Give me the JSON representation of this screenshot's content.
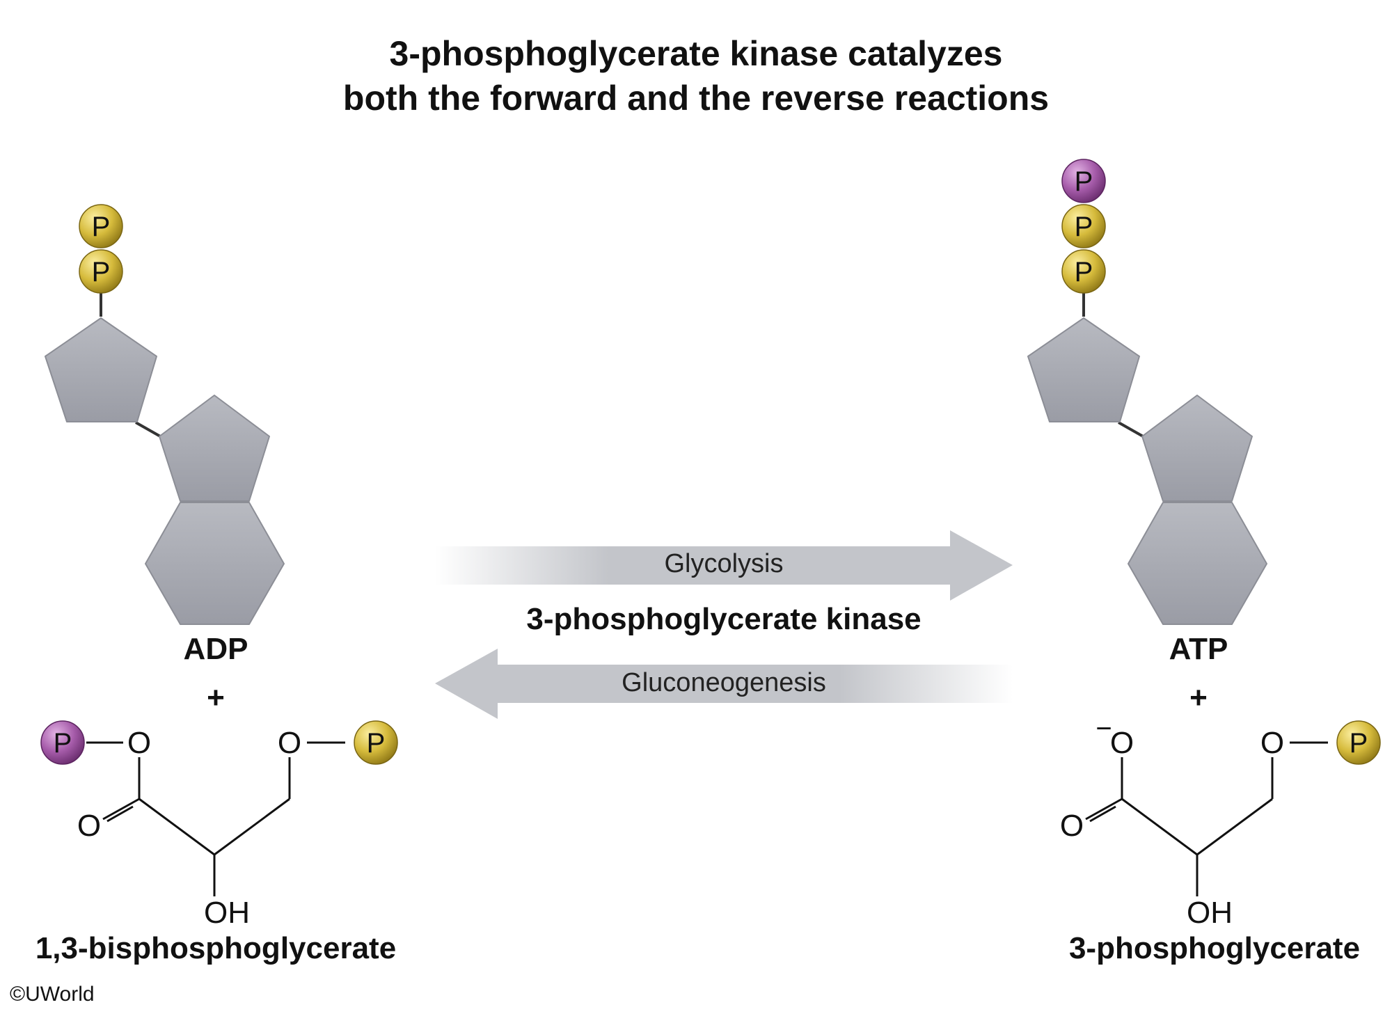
{
  "title": {
    "line1": "3-phosphoglycerate kinase catalyzes",
    "line2": "both the forward and the reverse reactions"
  },
  "left": {
    "nucleotide": "ADP",
    "plus": "+",
    "substrate": "1,3-bisphosphoglycerate",
    "phosphates": [
      "P",
      "P"
    ],
    "molecule": {
      "p_left": "P",
      "o_ester_left": "O",
      "o_ester_right": "O",
      "p_right": "P",
      "o_double": "O",
      "oh": "OH"
    }
  },
  "right": {
    "nucleotide": "ATP",
    "plus": "+",
    "substrate": "3-phosphoglycerate",
    "phosphates": [
      "P",
      "P",
      "P"
    ],
    "molecule": {
      "o_minus": "O",
      "charge": "−",
      "o_ester_right": "O",
      "p_right": "P",
      "o_double": "O",
      "oh": "OH"
    }
  },
  "arrows": {
    "forward": "Glycolysis",
    "reverse": "Gluconeogenesis",
    "enzyme": "3-phosphoglycerate kinase"
  },
  "copyright": "©UWorld",
  "colors": {
    "phosphate_gold": "#d4b83a",
    "phosphate_purple": "#a45aa8",
    "ring_gray": "#a6a8b0",
    "arrow_gray": "#c3c5ca"
  }
}
